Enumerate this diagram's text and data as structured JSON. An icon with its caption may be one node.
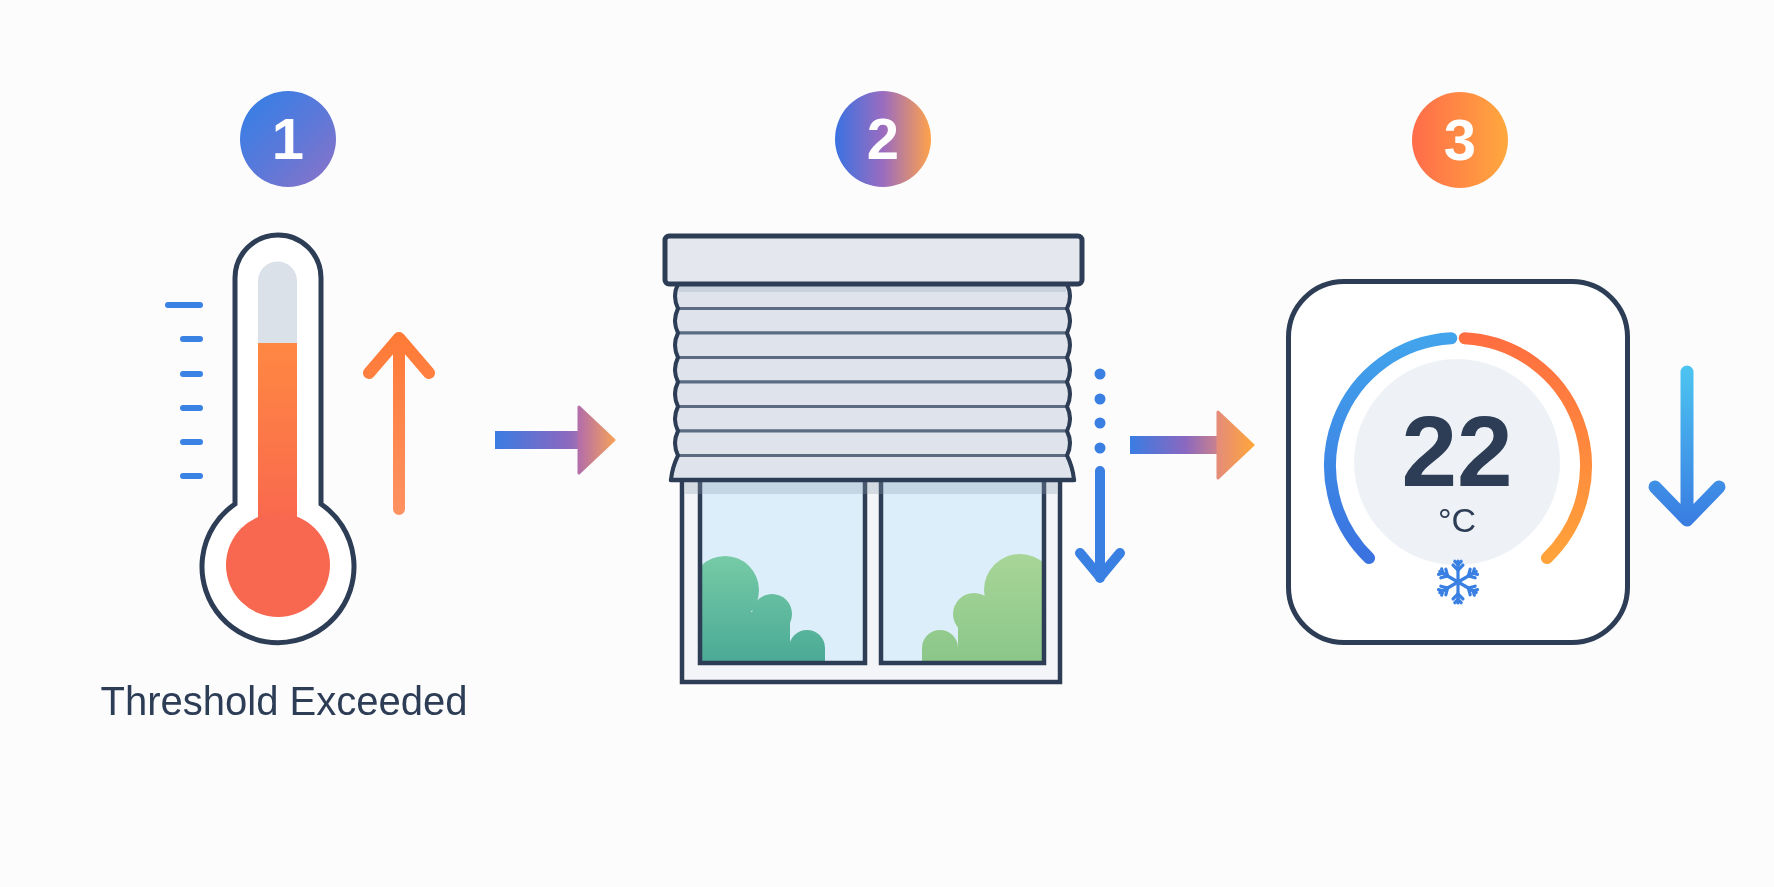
{
  "diagram": {
    "nodes": [
      {
        "text": [
          "1"
        ]
      },
      {
        "text": [
          "2"
        ]
      },
      {
        "text": [
          "3"
        ]
      },
      {
        "text": [],
        "shape": "picture",
        "beside": [
          "Threshold Exceeded"
        ]
      },
      {
        "text": [],
        "shape": "picture"
      },
      {
        "text": [
          "22",
          "°C"
        ]
      }
    ],
    "edges": [
      {
        "from": 3,
        "to": 4,
        "arrow": "to"
      },
      {
        "from": 4,
        "to": 5,
        "arrow": "to"
      }
    ]
  }
}
